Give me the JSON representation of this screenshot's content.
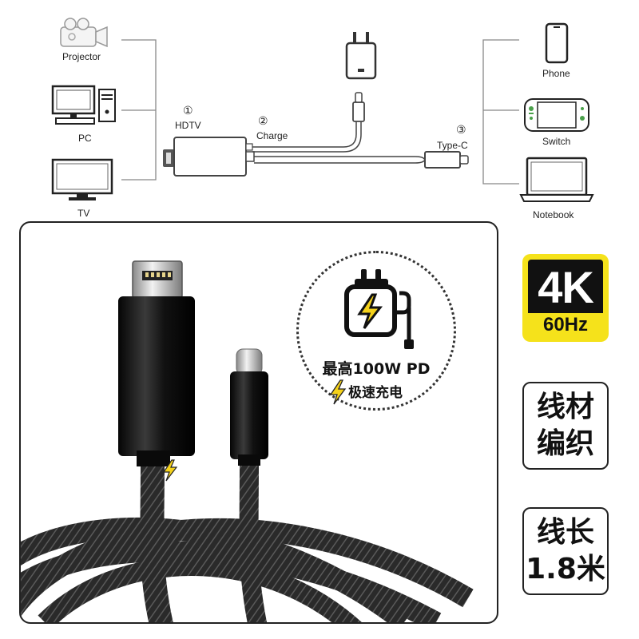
{
  "diagram": {
    "sources": [
      {
        "label": "Projector",
        "icon": "projector-icon"
      },
      {
        "label": "PC",
        "icon": "desktop-pc-icon"
      },
      {
        "label": "TV",
        "icon": "tv-icon"
      }
    ],
    "targets": [
      {
        "label": "Phone",
        "icon": "phone-icon"
      },
      {
        "label": "Switch",
        "icon": "game-console-icon"
      },
      {
        "label": "Notebook",
        "icon": "laptop-icon"
      }
    ],
    "ports": [
      {
        "num": "①",
        "label": "HDTV"
      },
      {
        "num": "②",
        "label": "Charge"
      },
      {
        "num": "③",
        "label": "Type-C"
      }
    ]
  },
  "feature_circle": {
    "line1": "最高100W PD",
    "line2": "极速充电",
    "icon": "charger-icon"
  },
  "badges": {
    "resolution": "4K",
    "refresh": "60Hz",
    "material": [
      "线材",
      "编织"
    ],
    "length": [
      "线长",
      "1.8米"
    ]
  },
  "colors": {
    "accent_yellow": "#f5e21b",
    "dark": "#111111"
  }
}
